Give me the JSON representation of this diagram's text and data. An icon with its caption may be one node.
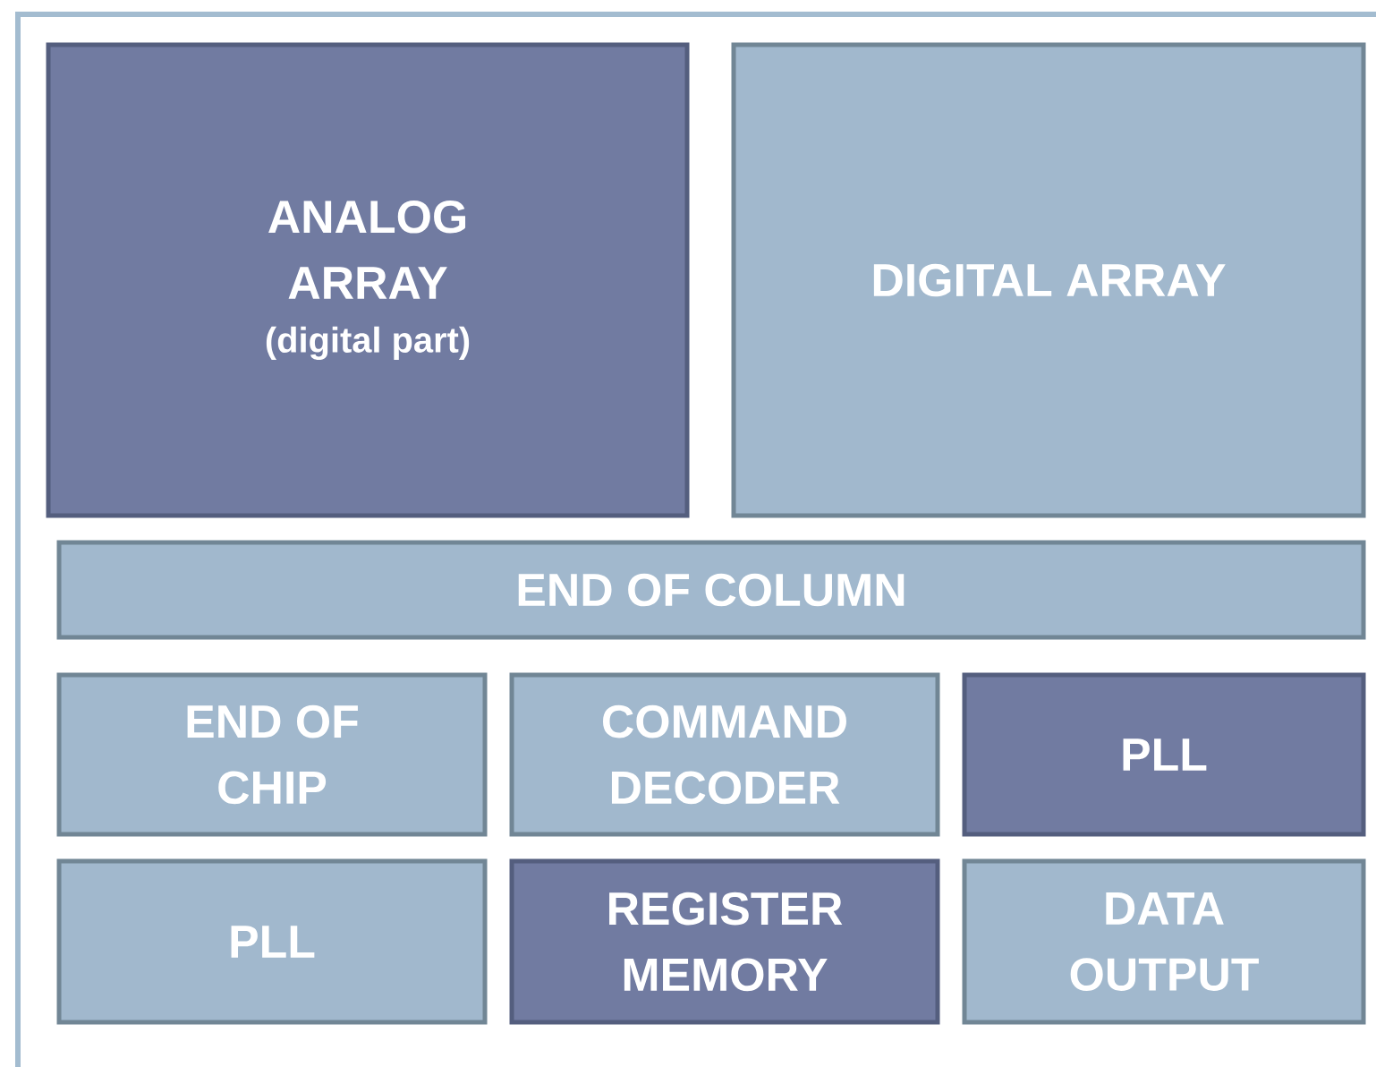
{
  "diagram": {
    "nodes": [
      {
        "text": [
          "ANALOG ARRAY",
          "(digital part)"
        ]
      },
      {
        "text": [
          "DIGITAL ARRAY"
        ]
      },
      {
        "text": [
          "END OF COLUMN"
        ]
      },
      {
        "text": [
          "END OF CHIP"
        ]
      },
      {
        "text": [
          "COMMAND DECODER"
        ]
      },
      {
        "text": [
          "PLL"
        ]
      },
      {
        "text": [
          "PLL"
        ]
      },
      {
        "text": [
          "REGISTER MEMORY"
        ]
      },
      {
        "text": [
          "DATA OUTPUT"
        ]
      }
    ]
  }
}
